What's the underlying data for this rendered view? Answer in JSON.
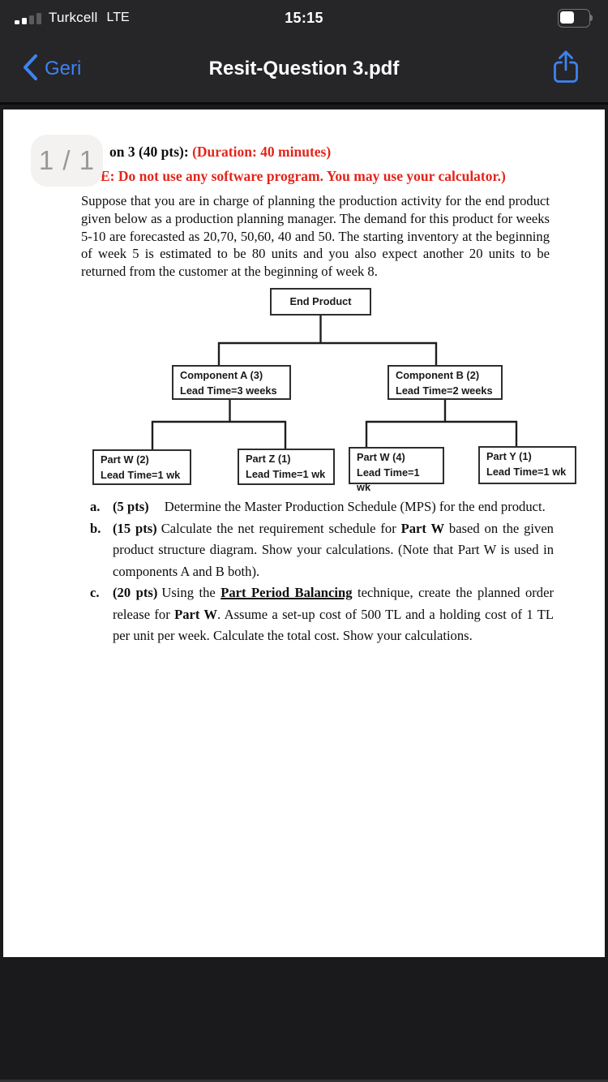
{
  "status_bar": {
    "carrier": "Turkcell",
    "network": "LTE",
    "time": "15:15"
  },
  "nav_bar": {
    "back_label": "Geri",
    "title": "Resit-Question 3.pdf"
  },
  "pdf": {
    "page_indicator": "1 / 1",
    "heading": {
      "question_fragment": "on 3 (40 pts): ",
      "duration": "(Duration: 40 minutes)",
      "note_fragment": "E: Do not use any software program. You may use your calculator.)"
    },
    "intro": "Suppose that you are in charge of planning the production activity for the end product given below as a production planning manager. The demand for this product for weeks 5-10 are forecasted as 20,70, 50,60, 40 and 50. The starting inventory at the beginning of week 5 is estimated to be 80 units and you also expect another 20 units to be returned from the customer at the beginning of week 8.",
    "diagram": {
      "end_product": {
        "line1": "End Product"
      },
      "component_a": {
        "line1": "Component A (3)",
        "line2": "Lead Time=3 weeks"
      },
      "component_b": {
        "line1": "Component B (2)",
        "line2": "Lead Time=2 weeks"
      },
      "part_w2": {
        "line1": "Part W (2)",
        "line2": "Lead Time=1 wk"
      },
      "part_z": {
        "line1": "Part Z (1)",
        "line2": "Lead Time=1 wk"
      },
      "part_w4": {
        "line1": "Part W (4)",
        "line2": "Lead Time=1 wk"
      },
      "part_y": {
        "line1": "Part Y (1)",
        "line2": "Lead Time=1 wk"
      }
    },
    "questions": {
      "a": {
        "marker": "a.",
        "pts": "(5 pts)",
        "text": "Determine the Master Production Schedule (MPS) for the end product."
      },
      "b": {
        "marker": "b.",
        "pts": "(15 pts)",
        "seg1": "Calculate the net requirement schedule for ",
        "bold1": "Part W",
        "seg2": " based on the given product structure diagram. Show your calculations. (Note that Part W is used in components A and B both)."
      },
      "c": {
        "marker": "c.",
        "pts": "(20 pts)",
        "seg1": "Using the ",
        "bold_underline": "Part Period Balancing",
        "seg2": " technique, create the planned order release for ",
        "bold1": "Part W",
        "seg3": ". Assume a set-up cost of 500 TL and a holding cost of 1 TL per unit per week. Calculate the total cost. Show your calculations."
      }
    }
  },
  "colors": {
    "accent_blue": "#3e83f1",
    "alert_red": "#e3251b",
    "chrome_bg": "#262628",
    "page_bg": "#ffffff"
  }
}
